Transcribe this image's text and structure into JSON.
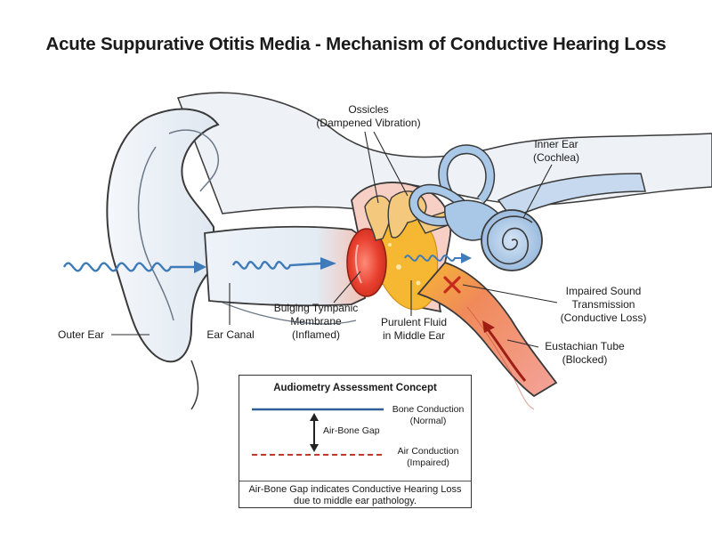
{
  "title": "Acute Suppurative Otitis Media - Mechanism of Conductive Hearing Loss",
  "labels": {
    "ossicles": [
      "Ossicles",
      "(Dampened Vibration)"
    ],
    "inner_ear": [
      "Inner Ear",
      "(Cochlea)"
    ],
    "impaired": [
      "Impaired Sound",
      "Transmission",
      "(Conductive Loss)"
    ],
    "eustachian": [
      "Eustachian Tube",
      "(Blocked)"
    ],
    "outer_ear": "Outer Ear",
    "ear_canal": "Ear Canal",
    "tympanic": [
      "Bulging Tympanic",
      "Membrane",
      "(Inflamed)"
    ],
    "fluid": [
      "Purulent Fluid",
      "in Middle Ear"
    ]
  },
  "audiometry": {
    "title": "Audiometry Assessment Concept",
    "bone": [
      "Bone Conduction",
      "(Normal)"
    ],
    "air": [
      "Air Conduction",
      "(Impaired)"
    ],
    "gap": "Air-Bone Gap",
    "footer": [
      "Air-Bone Gap indicates Conductive Hearing Loss",
      "due to middle ear pathology."
    ]
  },
  "colors": {
    "bone_line": "#2f5f96",
    "air_line": "#c0392b",
    "inflamed": "#e8402f",
    "pus": "#f6b732",
    "cochlea": "#a9c8e8",
    "sound_wave": "#3f7bb8",
    "skin": "#e9eff6"
  }
}
